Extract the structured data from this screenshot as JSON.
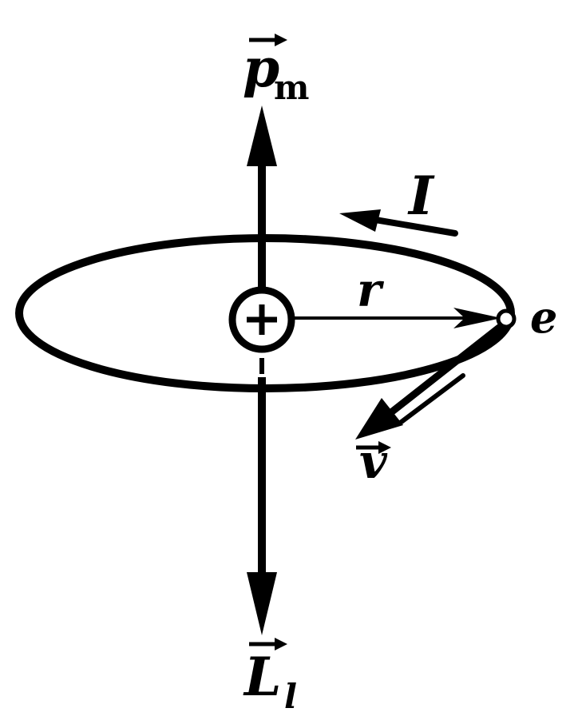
{
  "labels": {
    "magnetic_moment": {
      "symbol": "p",
      "subscript": "m"
    },
    "current": "I",
    "radius": "r",
    "electron": "e",
    "velocity": "v",
    "angular_momentum": {
      "symbol": "L",
      "subscript": "l"
    }
  },
  "colors": {
    "ink": "#000000",
    "paper": "#ffffff"
  }
}
